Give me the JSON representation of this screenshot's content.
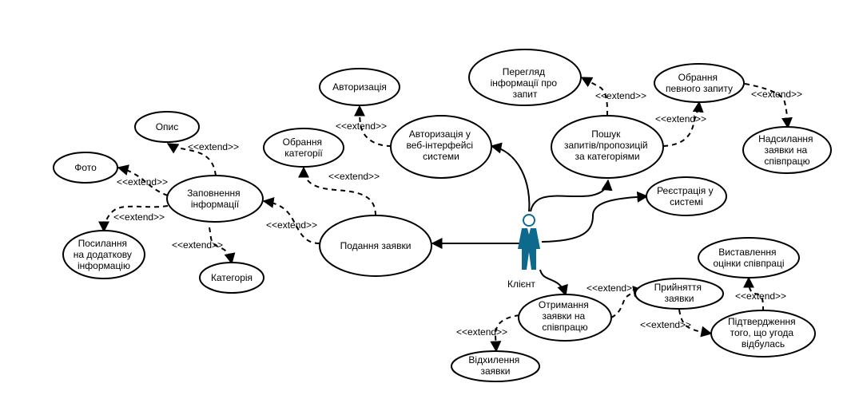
{
  "actor": {
    "name": "Клієнт",
    "color": "#0e6a8c"
  },
  "usecases": {
    "authorization": [
      "Авторизація"
    ],
    "auth_web": [
      "Авторизація у",
      "веб-інтерфейсі",
      "системи"
    ],
    "view_info": [
      "Перегляд",
      "інформації про",
      "запит"
    ],
    "choose_request": [
      "Обрання",
      "певного запиту"
    ],
    "search": [
      "Пошук",
      "запитів/пропозицій",
      "за категоріями"
    ],
    "send_request": [
      "Надсилання",
      "заявки на",
      "співпрацю"
    ],
    "choose_category": [
      "Обрання",
      "категорії"
    ],
    "description": [
      "Опис"
    ],
    "photo": [
      "Фото"
    ],
    "fill_info": [
      "Заповнення",
      "інформації"
    ],
    "link": [
      "Посилання",
      "на додаткову",
      "інформацію"
    ],
    "category": [
      "Категорія"
    ],
    "submit": [
      "Подання заявки"
    ],
    "register": [
      "Реєстрація у",
      "системі"
    ],
    "rate": [
      "Виставлення",
      "оцінки співпраці"
    ],
    "accept": [
      "Прийняття",
      "заявки"
    ],
    "receive": [
      "Отримання",
      "заявки на",
      "співпрацю"
    ],
    "confirm": [
      "Підтвердження",
      "того, що угода",
      "відбулась"
    ],
    "reject": [
      "Відхилення",
      "заявки"
    ]
  },
  "extend_label": "<<extend>>"
}
